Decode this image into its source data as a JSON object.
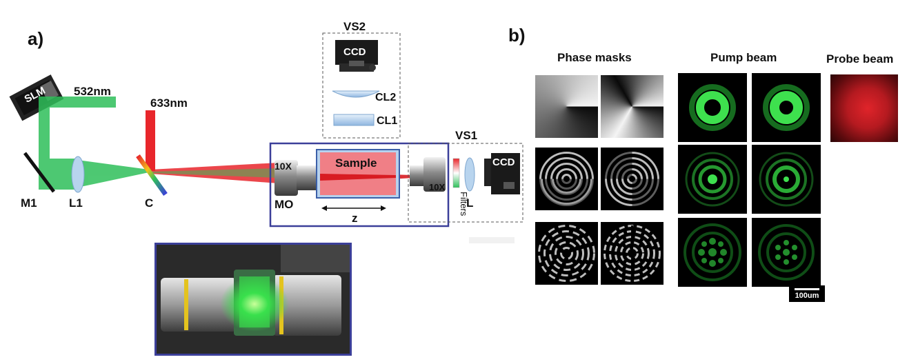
{
  "panel_a": {
    "letter": "a)",
    "labels": {
      "slm": "SLM",
      "wl_green": "532nm",
      "wl_red": "633nm",
      "m1": "M1",
      "l1": "L1",
      "c": "C",
      "mo": "MO",
      "mag_left": "10X",
      "mag_right": "10X",
      "sample": "Sample",
      "z": "z",
      "filters": "Filters",
      "l": "L",
      "vs1": "VS1",
      "vs2": "VS2",
      "ccd_top": "CCD",
      "ccd_right": "CCD",
      "cl1": "CL1",
      "cl2": "CL2"
    },
    "colors": {
      "green_beam": "#2fbf5a",
      "red_beam": "#e8262b",
      "frame_blue": "#3b3f99",
      "sample_fill": "#f07f86"
    }
  },
  "panel_b": {
    "letter": "b)",
    "columns": {
      "phase": "Phase masks",
      "pump": "Pump beam",
      "probe": "Probe beam"
    },
    "scale_label": "100um",
    "rows": [
      {
        "mask_type": "vortex"
      },
      {
        "mask_type": "rings"
      },
      {
        "mask_type": "rings-checker"
      }
    ]
  }
}
